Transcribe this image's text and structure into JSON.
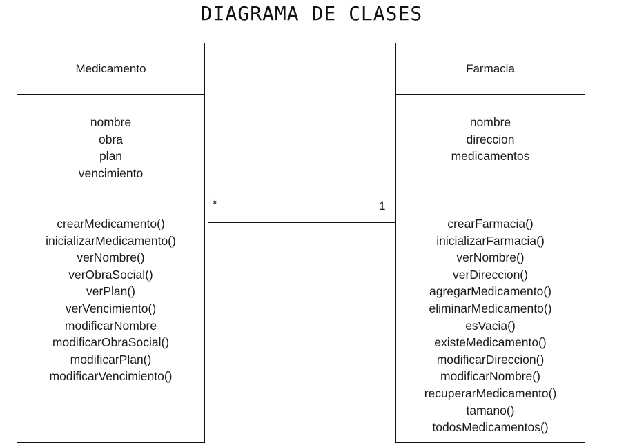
{
  "title": "DIAGRAMA DE CLASES",
  "classes": [
    {
      "name": "Medicamento",
      "attributes": [
        "nombre",
        "obra",
        "plan",
        "vencimiento"
      ],
      "methods": [
        "crearMedicamento()",
        "inicializarMedicamento()",
        "verNombre()",
        "verObraSocial()",
        "verPlan()",
        "verVencimiento()",
        "modificarNombre",
        "modificarObraSocial()",
        "modificarPlan()",
        "modificarVencimiento()"
      ]
    },
    {
      "name": "Farmacia",
      "attributes": [
        "nombre",
        "direccion",
        "medicamentos"
      ],
      "methods": [
        "crearFarmacia()",
        "inicializarFarmacia()",
        "verNombre()",
        "verDireccion()",
        "agregarMedicamento()",
        "eliminarMedicamento()",
        "esVacia()",
        "existeMedicamento()",
        "modificarDireccion()",
        "modificarNombre()",
        "recuperarMedicamento()",
        "tamano()",
        "todosMedicamentos()"
      ]
    }
  ],
  "association": {
    "left_multiplicity": "*",
    "right_multiplicity": "1"
  }
}
